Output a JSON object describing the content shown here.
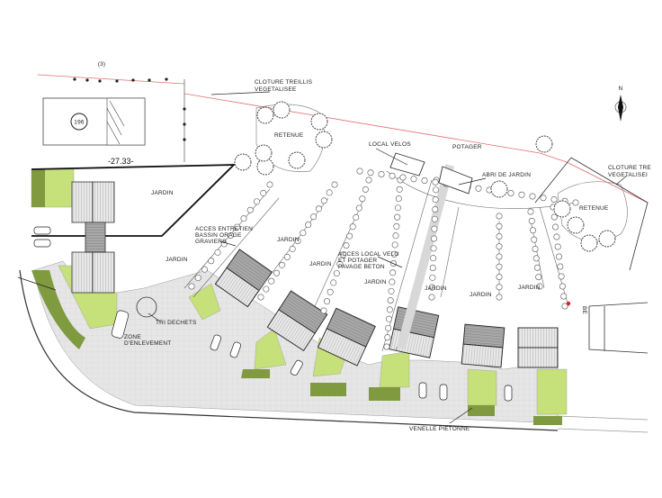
{
  "plan": {
    "north": "N",
    "dimension": "-27.33-",
    "parcel_number": "196",
    "parcel_ref": "(3)",
    "be": "BE",
    "labels": {
      "cloture_treillis": [
        "CLOTURE TREILLIS",
        "VEGETALISEE"
      ],
      "cloture_right": [
        "CLOTURE TRE",
        "VEGETALISEI"
      ],
      "retenue_left": "RETENUE",
      "retenue_right": "RETENUE",
      "local_velos": "LOCAL VELOS",
      "potager": "POTAGER",
      "abri_de_jardin": "ABRI DE JARDIN",
      "acces_entretien": [
        "ACCES ENTRETIEN",
        "BASSIN ORAGE",
        "GRAVIERS"
      ],
      "acces_local_velo": [
        "ACCES LOCAL VELO",
        "ET POTAGER",
        "PAVAGE BETON"
      ],
      "tri_dechets": "TRI DECHETS",
      "zone_enlevement": [
        "ZONE",
        "D'ENLEVEMENT"
      ],
      "venelle_pietonne": "VENELLE PIETONNE",
      "jardin": [
        "JARDIN",
        "JARDIN",
        "JARDIN",
        "JARDIN",
        "JARDIN",
        "JARDIN",
        "JARDIN",
        "JARDIN"
      ]
    }
  },
  "colors": {
    "lawn": "#c6e07a",
    "dark_lawn": "#7f9a3f",
    "paving": "#e4e4e4",
    "roof": "#9a9a9a",
    "boundary": "#e07070"
  }
}
